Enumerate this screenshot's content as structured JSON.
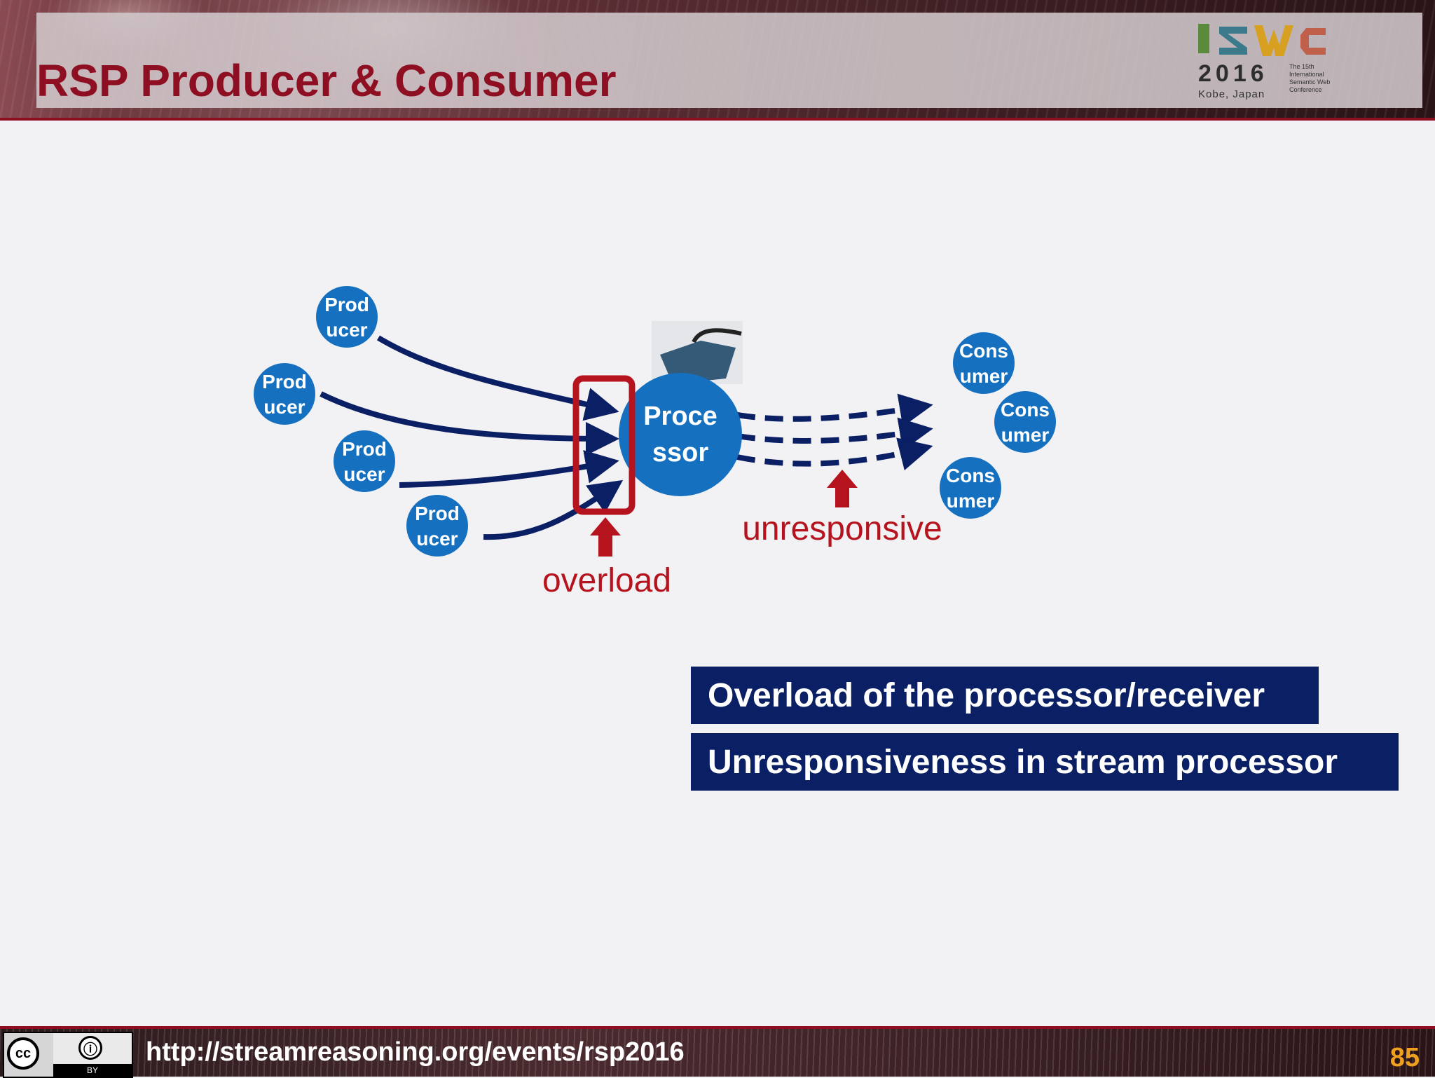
{
  "slide": {
    "title": "RSP Producer & Consumer",
    "footer_url": "http://streamreasoning.org/events/rsp2016",
    "page_number": "85"
  },
  "logo": {
    "letters": "ISWC",
    "year": "2016",
    "location": "Kobe, Japan",
    "conference": "The 15th International Semantic Web Conference"
  },
  "license": {
    "cc": "cc",
    "by_icon": "person-icon",
    "by": "BY"
  },
  "diagram": {
    "producers": [
      {
        "line1": "Prod",
        "line2": "ucer"
      },
      {
        "line1": "Prod",
        "line2": "ucer"
      },
      {
        "line1": "Prod",
        "line2": "ucer"
      },
      {
        "line1": "Prod",
        "line2": "ucer"
      }
    ],
    "processor": {
      "line1": "Proce",
      "line2": "ssor"
    },
    "consumers": [
      {
        "line1": "Cons",
        "line2": "umer"
      },
      {
        "line1": "Cons",
        "line2": "umer"
      },
      {
        "line1": "Cons",
        "line2": "umer"
      }
    ],
    "overload_label": "overload",
    "unresponsive_label": "unresponsive",
    "colors": {
      "node": "#1570c0",
      "arrow": "#0a1f64",
      "highlight": "#b5141e"
    }
  },
  "callouts": [
    "Overload of the processor/receiver",
    "Unresponsiveness in stream processor"
  ]
}
